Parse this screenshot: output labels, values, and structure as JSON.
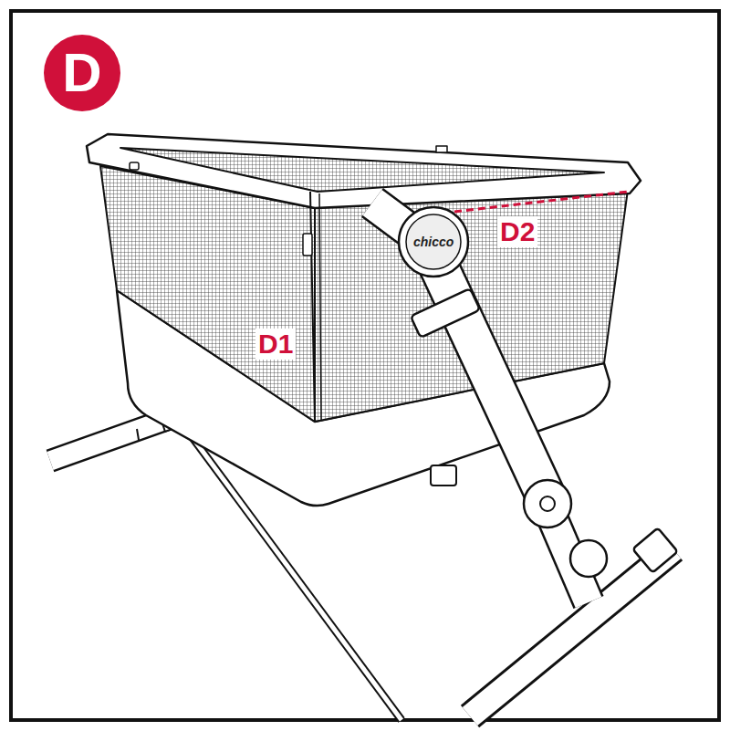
{
  "diagram": {
    "nodes": [
      {
        "text": [
          "D"
        ]
      }
    ],
    "labels": [
      "D1",
      "D2",
      "chicco"
    ]
  }
}
